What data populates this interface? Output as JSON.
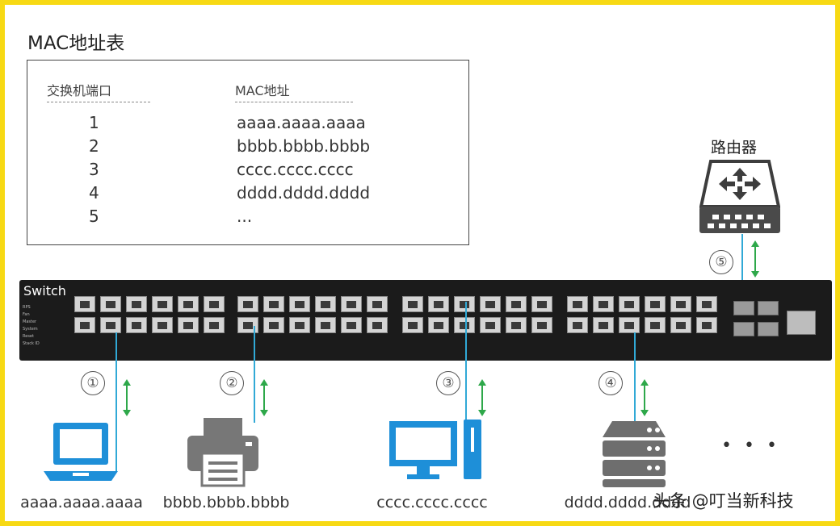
{
  "title": "MAC地址表",
  "mac_table": {
    "header_port": "交换机端口",
    "header_mac": "MAC地址",
    "rows": [
      {
        "port": "1",
        "mac": "aaaa.aaaa.aaaa"
      },
      {
        "port": "2",
        "mac": "bbbb.bbbb.bbbb"
      },
      {
        "port": "3",
        "mac": "cccc.cccc.cccc"
      },
      {
        "port": "4",
        "mac": "dddd.dddd.dddd"
      },
      {
        "port": "5",
        "mac": "..."
      }
    ]
  },
  "switch": {
    "label": "Switch",
    "status_leds": [
      "RPS",
      "Fan",
      "Master",
      "System",
      "Reset",
      "Stack ID"
    ]
  },
  "router": {
    "label": "路由器",
    "marker": "⑤"
  },
  "devices": [
    {
      "marker": "①",
      "icon": "laptop-icon",
      "mac": "aaaa.aaaa.aaaa"
    },
    {
      "marker": "②",
      "icon": "printer-icon",
      "mac": "bbbb.bbbb.bbbb"
    },
    {
      "marker": "③",
      "icon": "desktop-computer-icon",
      "mac": "cccc.cccc.cccc"
    },
    {
      "marker": "④",
      "icon": "server-icon",
      "mac": "dddd.dddd.dddd"
    }
  ],
  "more_devices": "• • •",
  "watermark": "头条 @叮当新科技",
  "colors": {
    "frame": "#f7d914",
    "link": "#31a9d6",
    "arrow": "#2ea84a",
    "device_blue": "#1e8fd8",
    "device_gray": "#6e6e6e",
    "switch_body": "#1b1b1b"
  }
}
